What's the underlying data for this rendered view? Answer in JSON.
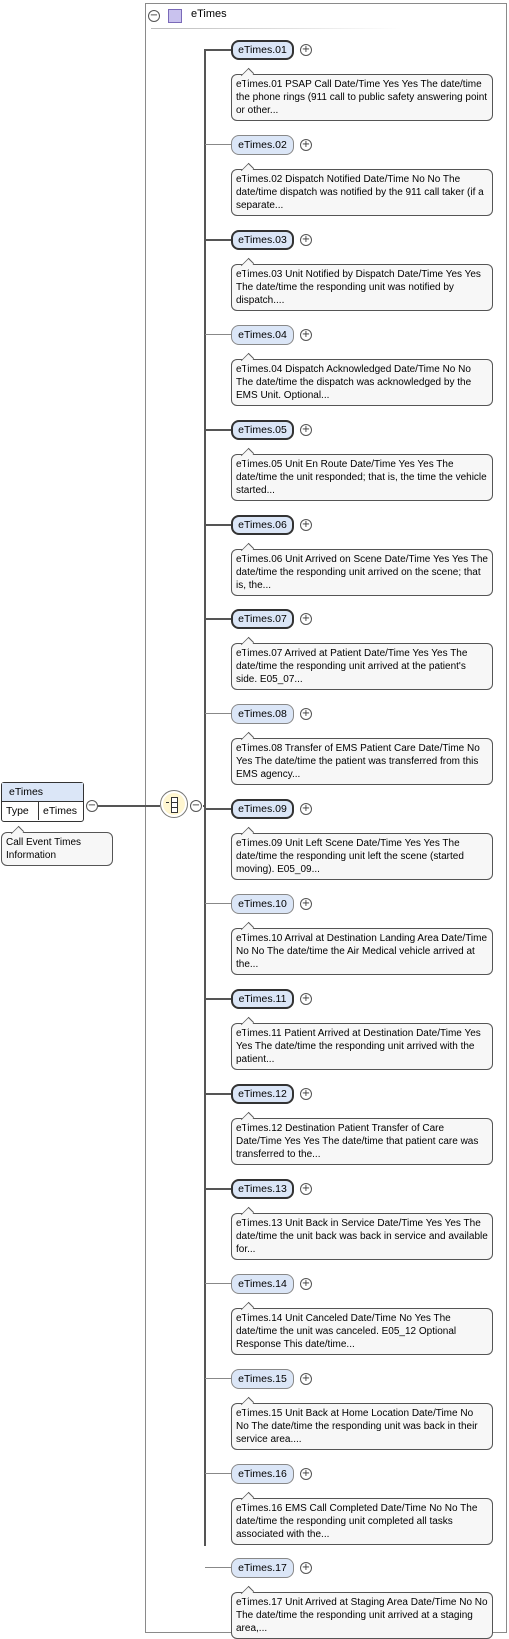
{
  "complex_type": {
    "title": "eTimes"
  },
  "root": {
    "name": "eTimes",
    "type_label": "Type",
    "type_value": "eTimes",
    "documentation": "Call Event Times Information"
  },
  "elements": [
    {
      "name": "eTimes.01",
      "required": true,
      "doc": "eTimes.01 PSAP Call Date/Time Yes Yes The date/time the phone rings (911 call to public safety answering point or other..."
    },
    {
      "name": "eTimes.02",
      "required": false,
      "doc": "eTimes.02 Dispatch Notified Date/Time No No The date/time dispatch was notified by the 911 call taker (if a separate..."
    },
    {
      "name": "eTimes.03",
      "required": true,
      "doc": "eTimes.03 Unit Notified by Dispatch Date/Time Yes Yes The date/time the responding unit was notified by dispatch...."
    },
    {
      "name": "eTimes.04",
      "required": false,
      "doc": "eTimes.04 Dispatch Acknowledged Date/Time No No The date/time the dispatch was acknowledged by the EMS Unit. Optional..."
    },
    {
      "name": "eTimes.05",
      "required": true,
      "doc": "eTimes.05 Unit En Route Date/Time Yes Yes The date/time the unit responded; that is, the time the vehicle started..."
    },
    {
      "name": "eTimes.06",
      "required": true,
      "doc": "eTimes.06 Unit Arrived on Scene Date/Time Yes Yes The date/time the responding unit arrived on the scene; that is, the..."
    },
    {
      "name": "eTimes.07",
      "required": true,
      "doc": "eTimes.07 Arrived at Patient Date/Time Yes Yes The date/time the responding unit arrived at the patient's side. E05_07..."
    },
    {
      "name": "eTimes.08",
      "required": false,
      "doc": "eTimes.08 Transfer of EMS Patient Care Date/Time No Yes The date/time the patient was transferred from this EMS agency..."
    },
    {
      "name": "eTimes.09",
      "required": true,
      "doc": "eTimes.09 Unit Left Scene Date/Time Yes Yes The date/time the responding unit left the scene (started moving). E05_09..."
    },
    {
      "name": "eTimes.10",
      "required": false,
      "doc": "eTimes.10 Arrival at Destination Landing Area Date/Time No No The date/time the Air Medical vehicle arrived at the..."
    },
    {
      "name": "eTimes.11",
      "required": true,
      "doc": "eTimes.11 Patient Arrived at Destination Date/Time Yes Yes The date/time the responding unit arrived with the patient..."
    },
    {
      "name": "eTimes.12",
      "required": true,
      "doc": "eTimes.12 Destination Patient Transfer of Care Date/Time Yes Yes The date/time that patient care was transferred to the..."
    },
    {
      "name": "eTimes.13",
      "required": true,
      "doc": "eTimes.13 Unit Back in Service Date/Time Yes Yes The date/time the unit back was back in service and available for..."
    },
    {
      "name": "eTimes.14",
      "required": false,
      "doc": "eTimes.14 Unit Canceled Date/Time No Yes The date/time the unit was canceled. E05_12 Optional Response This date/time..."
    },
    {
      "name": "eTimes.15",
      "required": false,
      "doc": "eTimes.15 Unit Back at Home Location Date/Time No No The date/time the responding unit was back in their service area...."
    },
    {
      "name": "eTimes.16",
      "required": false,
      "doc": "eTimes.16 EMS Call Completed Date/Time No No The date/time the responding unit completed all tasks associated with the..."
    },
    {
      "name": "eTimes.17",
      "required": false,
      "doc": "eTimes.17 Unit Arrived at Staging Area Date/Time No No The date/time the responding unit arrived at a staging area,..."
    }
  ]
}
